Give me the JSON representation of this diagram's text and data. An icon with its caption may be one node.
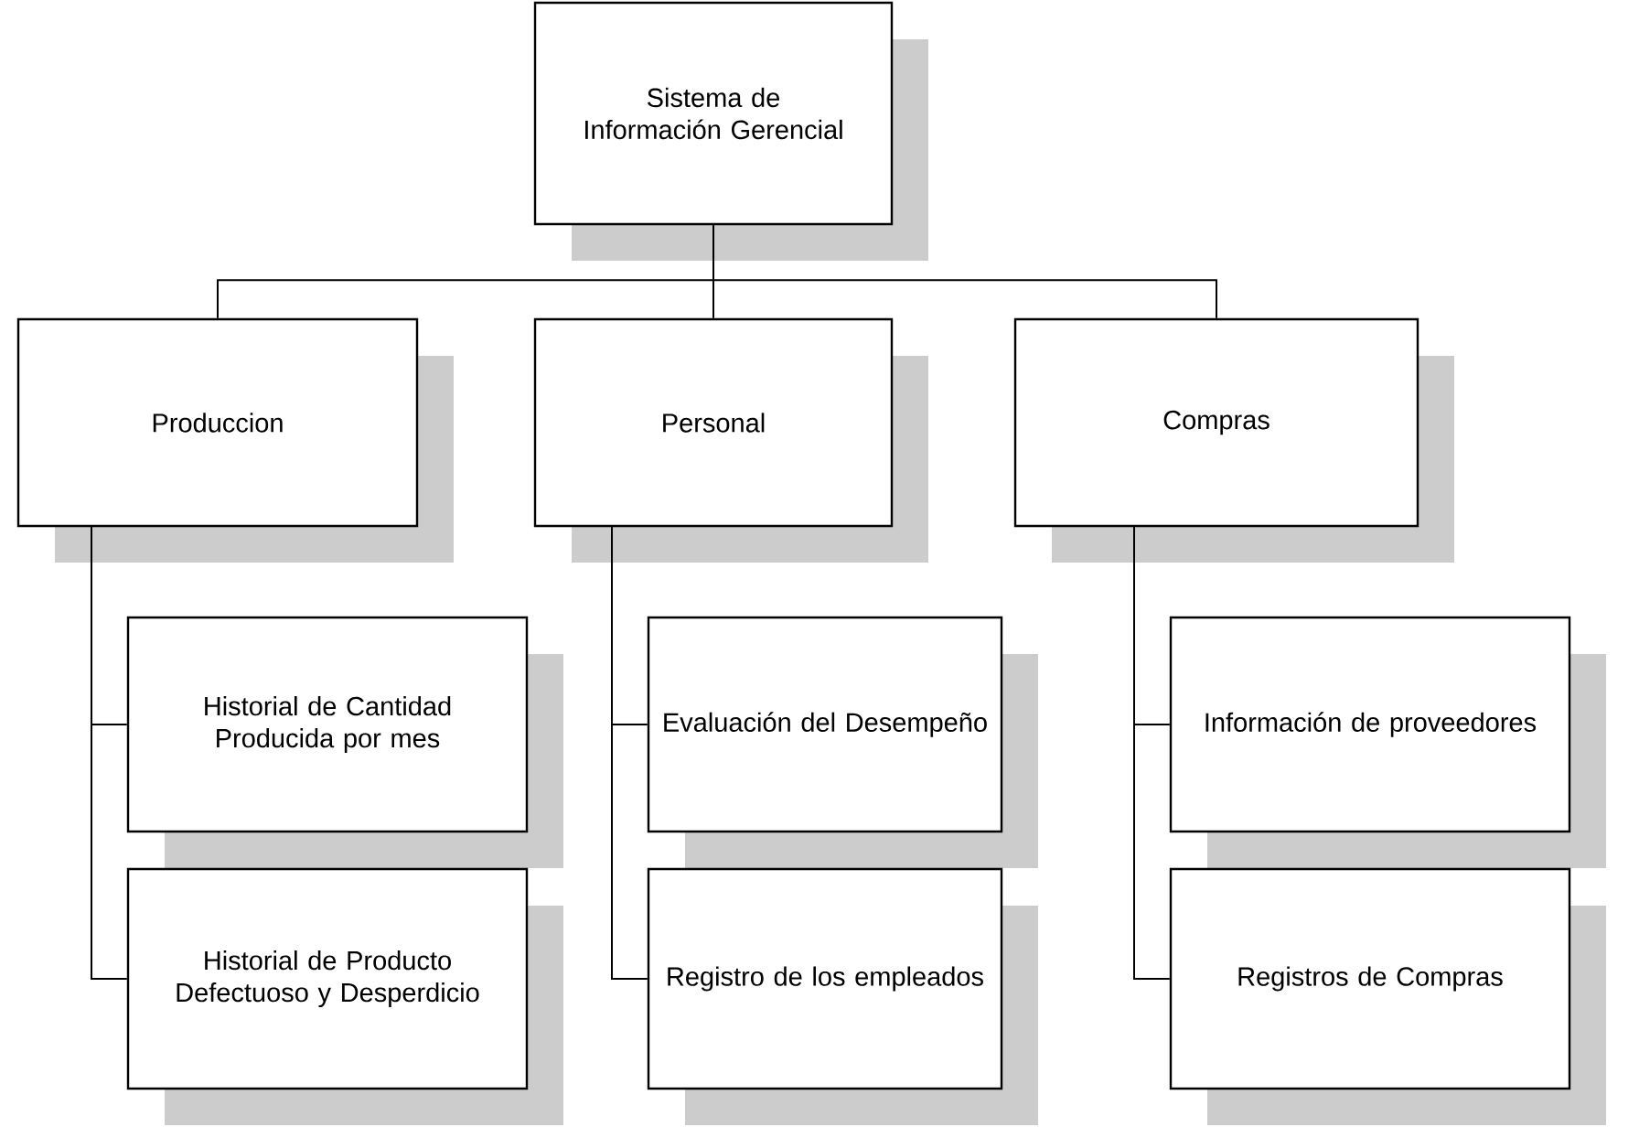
{
  "diagram": {
    "nodes": [
      {
        "text": [
          "Sistema de Información Gerencial"
        ]
      },
      {
        "text": [
          "Produccion"
        ]
      },
      {
        "text": [
          "Personal"
        ]
      },
      {
        "text": [
          "Compras"
        ]
      },
      {
        "text": [
          "Historial de Cantidad Producida por mes"
        ]
      },
      {
        "text": [
          "Historial de Producto Defectuoso y Desperdicio"
        ]
      },
      {
        "text": [
          "Evaluación del Desempeño"
        ]
      },
      {
        "text": [
          "Registro de los empleados"
        ]
      },
      {
        "text": [
          "Información de proveedores"
        ]
      },
      {
        "text": [
          "Registros de Compras"
        ]
      }
    ],
    "edges": [
      {
        "from": 0,
        "to": 1,
        "arrow": "none"
      },
      {
        "from": 0,
        "to": 2,
        "arrow": "none"
      },
      {
        "from": 0,
        "to": 3,
        "arrow": "none"
      },
      {
        "from": 1,
        "to": 4,
        "arrow": "none"
      },
      {
        "from": 1,
        "to": 5,
        "arrow": "none"
      },
      {
        "from": 2,
        "to": 6,
        "arrow": "none"
      },
      {
        "from": 2,
        "to": 7,
        "arrow": "none"
      },
      {
        "from": 3,
        "to": 8,
        "arrow": "none"
      },
      {
        "from": 3,
        "to": 9,
        "arrow": "none"
      }
    ]
  }
}
